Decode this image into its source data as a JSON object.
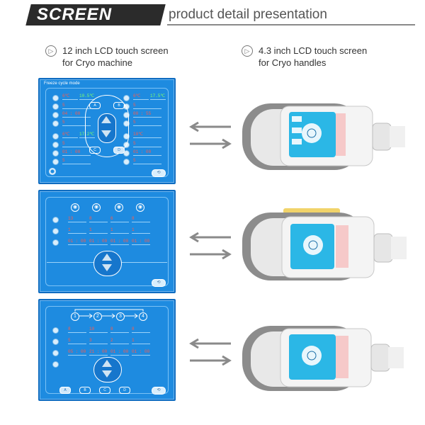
{
  "header": {
    "title": "SCREEN",
    "subtitle": "product detail presentation"
  },
  "captions": {
    "left": {
      "line1": "12 inch LCD touch screen",
      "line2": "for Cryo machine"
    },
    "right": {
      "line1": "4.3 inch LCD touch screen",
      "line2": "for Cryo handles"
    },
    "icon": "play-circle-icon"
  },
  "screen1": {
    "mode": "Freeze cycle mode",
    "tl_temp": "6℃",
    "tl_temp2": "10.5℃",
    "tr_temp": "6℃",
    "tr_temp2": "17.5℃",
    "tl_vals": [
      "5",
      "04 : 00",
      "5"
    ],
    "tr_vals": [
      "5",
      "00 : 55",
      "5"
    ],
    "bl_temp": "6℃",
    "bl_temp2": "17.2℃",
    "br_temp": "10℃",
    "bl_vals": [
      "5",
      "01 : 00",
      "5"
    ],
    "br_vals": [
      "5",
      "01 : 00",
      "5"
    ],
    "pills": [
      "A",
      "B",
      "C",
      "D"
    ]
  },
  "screen2": {
    "cols": [
      "13",
      "8",
      "6",
      "8"
    ],
    "row2": [
      "1",
      "1",
      "1",
      "1"
    ],
    "row3": [
      "01 : 00",
      "01 : 00",
      "01 : 00",
      "01 : 00"
    ]
  },
  "screen3": {
    "steps": [
      "1",
      "2",
      "3",
      "4"
    ],
    "cols": [
      "8",
      "10",
      "8",
      "8"
    ],
    "row2": [
      "5",
      "3",
      "2",
      "1"
    ],
    "row3": [
      "05 : 00",
      "21 : 00",
      "01 : 00",
      "01 : 00"
    ],
    "tabs": [
      "A",
      "B",
      "C",
      "D"
    ]
  },
  "colors": {
    "screen_blue": "#1e8be0",
    "handle_grey": "#8c8c8c",
    "handle_screen": "#2bb7e6"
  }
}
